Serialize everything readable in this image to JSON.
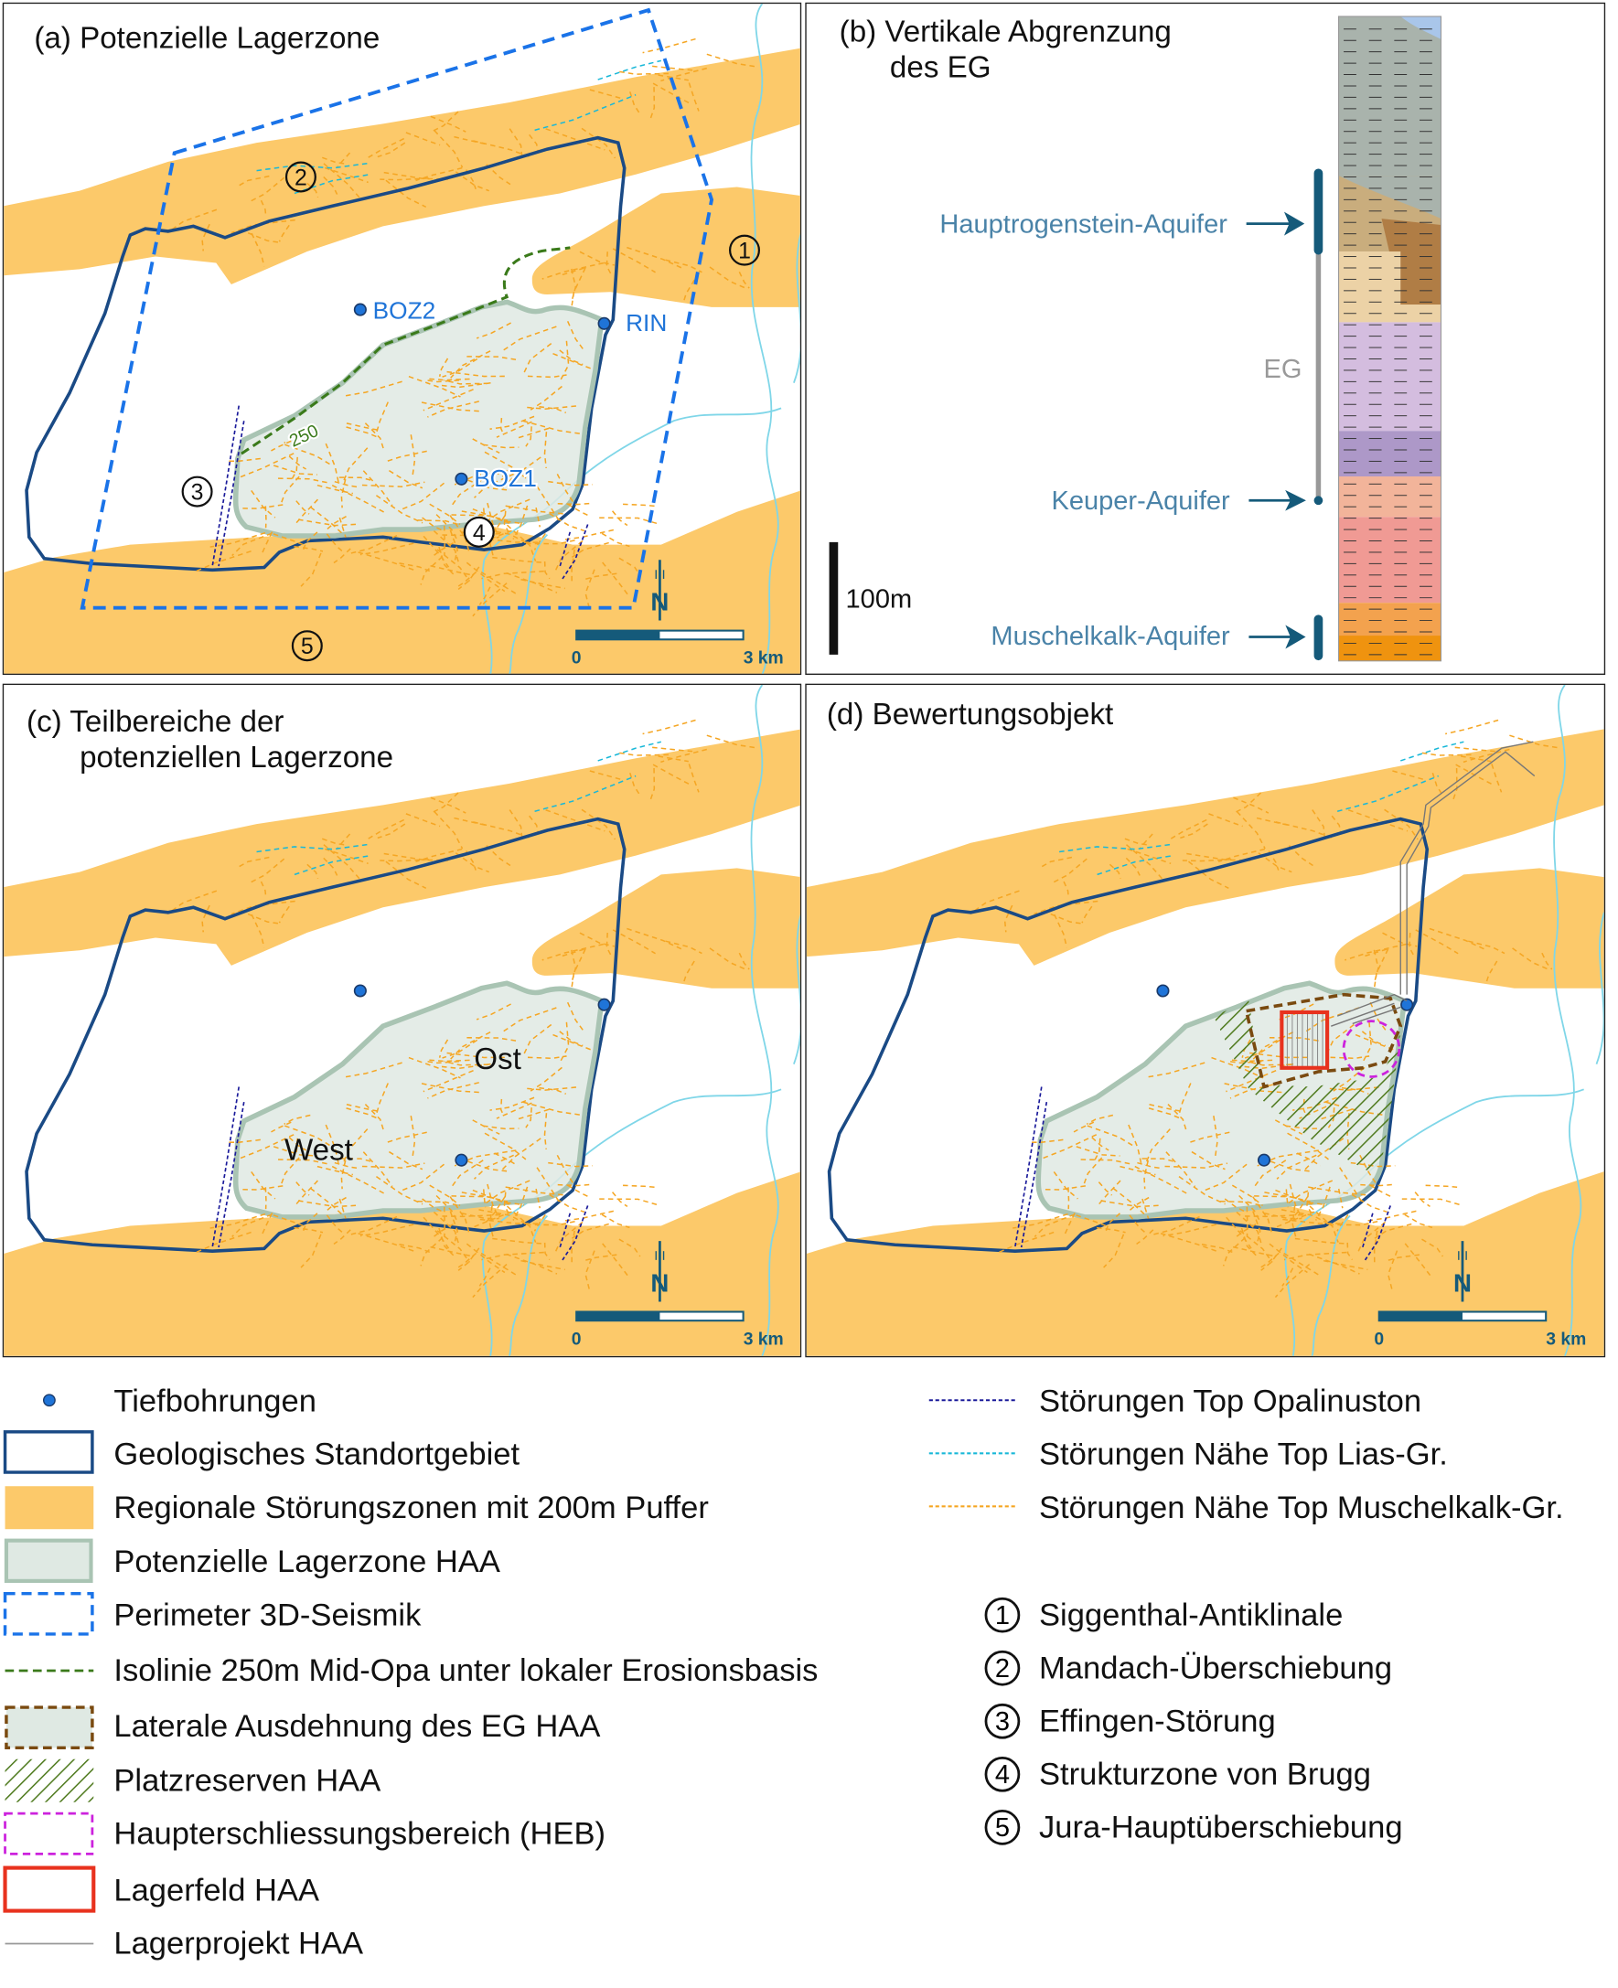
{
  "panels": {
    "a": {
      "title": "(a) Potenzielle Lagerzone",
      "wells": {
        "boz2": "BOZ2",
        "rin": "RIN",
        "boz1": "BOZ1"
      },
      "isoline_label": "250"
    },
    "b": {
      "title_line1": "(b) Vertikale Abgrenzung",
      "title_line2": "des EG",
      "eg_label": "EG",
      "scale_label": "100m",
      "aquifers": {
        "hauptrogenstein": "Hauptrogenstein-Aquifer",
        "keuper": "Keuper-Aquifer",
        "muschelkalk": "Muschelkalk-Aquifer"
      }
    },
    "c": {
      "title_line1": "(c) Teilbereiche der",
      "title_line2": "potenziellen Lagerzone",
      "west": "West",
      "ost": "Ost"
    },
    "d": {
      "title": "(d) Bewertungsobjekt"
    }
  },
  "map": {
    "markers": {
      "m1": "1",
      "m2": "2",
      "m3": "3",
      "m4": "4",
      "m5": "5"
    },
    "north": "N",
    "scale_start": "0",
    "scale_end": "3 km"
  },
  "legend": {
    "left": [
      "Tiefbohrungen",
      "Geologisches Standortgebiet",
      "Regionale Störungszonen mit 200m Puffer",
      "Potenzielle Lagerzone HAA",
      "Perimeter 3D-Seismik",
      "Isolinie 250m Mid-Opa unter lokaler Erosionsbasis",
      "Laterale Ausdehnung des EG HAA",
      "Platzreserven HAA",
      "Haupterschliessungsbereich (HEB)",
      "Lagerfeld HAA",
      "Lagerprojekt HAA"
    ],
    "faults": [
      "Störungen Top Opalinuston",
      "Störungen Nähe Top Lias-Gr.",
      "Störungen Nähe Top Muschelkalk-Gr."
    ],
    "structures": [
      {
        "num": "1",
        "label": "Siggenthal-Antiklinale"
      },
      {
        "num": "2",
        "label": "Mandach-Überschiebung"
      },
      {
        "num": "3",
        "label": "Effingen-Störung"
      },
      {
        "num": "4",
        "label": "Strukturzone von Brugg"
      },
      {
        "num": "5",
        "label": "Jura-Hauptüberschiebung"
      }
    ]
  },
  "colors": {
    "band": "#fcc96a",
    "outline": "#1a4a85",
    "zone_fill": "#dfe9e3",
    "zone_stroke": "#a9c4b3",
    "perimeter": "#1a73e8",
    "isoline": "#3a7a1a",
    "river": "#7fd6e8",
    "fault_orange": "#f5a623",
    "fault_cyan": "#19b8d8",
    "fault_blue": "#1a1a9a",
    "aquifer": "#155a7a",
    "lagerfeld": "#e8321e",
    "heb": "#cc22dd",
    "eg_ext": "#7a4a10"
  }
}
